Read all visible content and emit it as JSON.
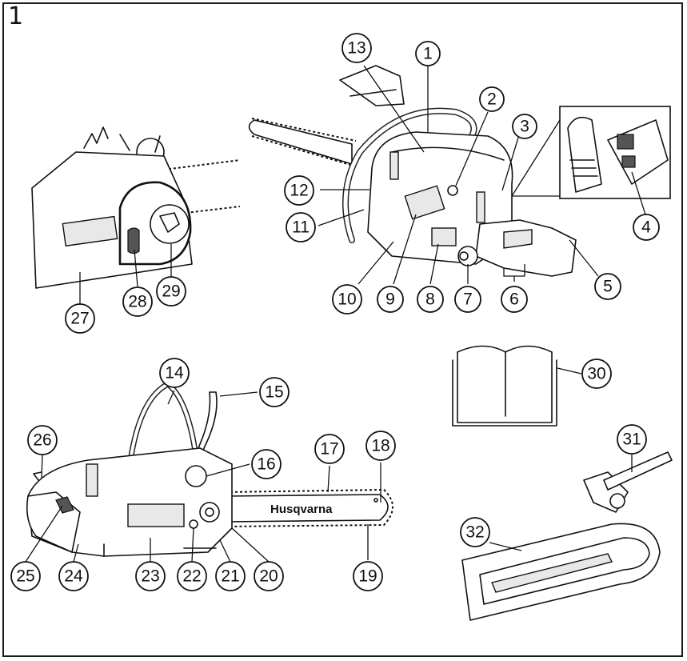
{
  "figure": {
    "number": "1",
    "brand_text": "Husqvarna"
  },
  "callouts": [
    "1",
    "2",
    "3",
    "4",
    "5",
    "6",
    "7",
    "8",
    "9",
    "10",
    "11",
    "12",
    "13",
    "14",
    "15",
    "16",
    "17",
    "18",
    "19",
    "20",
    "21",
    "22",
    "23",
    "24",
    "25",
    "26",
    "27",
    "28",
    "29",
    "30",
    "31",
    "32"
  ]
}
